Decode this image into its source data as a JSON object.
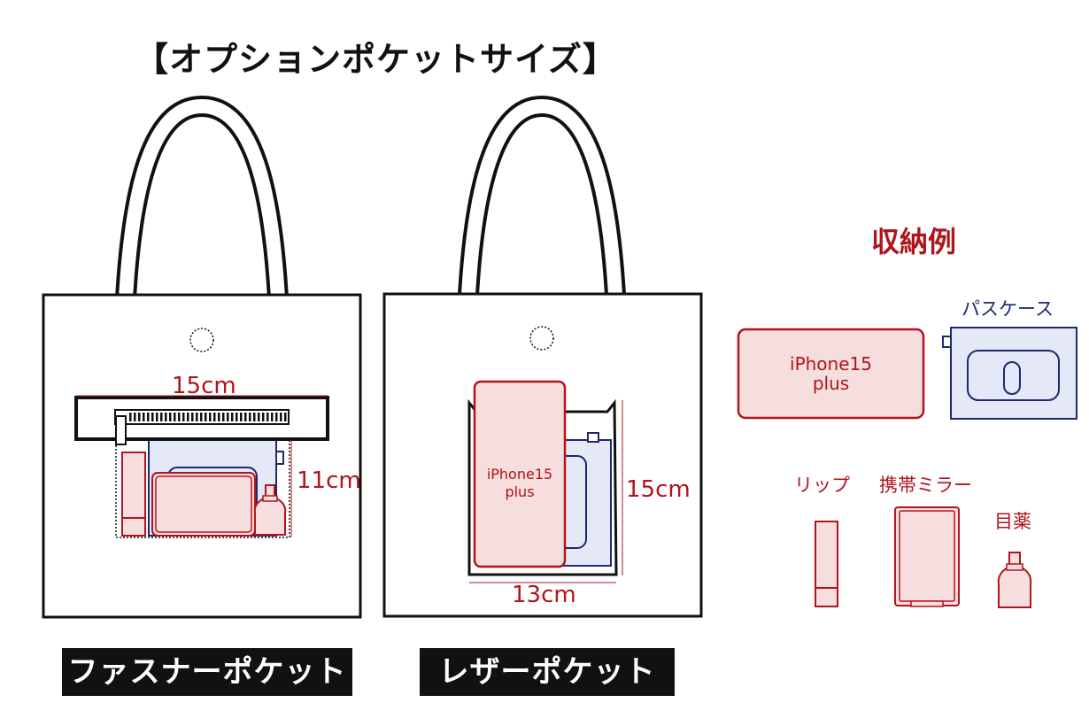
{
  "title": "【オプションポケットサイズ】",
  "colors": {
    "accent_red": "#b0141c",
    "navy": "#1e2a6e",
    "pink_fill": "#f7dede",
    "blue_fill": "#e4e8f7",
    "black": "#111111"
  },
  "fastener_pocket": {
    "caption": "ファスナーポケット",
    "width_label": "15cm",
    "height_label": "11cm"
  },
  "leather_pocket": {
    "caption": "レザーポケット",
    "width_label": "13cm",
    "height_label": "15cm",
    "phone_label_line1": "iPhone15",
    "phone_label_line2": "plus"
  },
  "storage_examples": {
    "heading": "収納例",
    "iphone_line1": "iPhone15",
    "iphone_line2": "plus",
    "pass_case": "パスケース",
    "lip": "リップ",
    "mirror": "携帯ミラー",
    "eye_drops": "目薬"
  }
}
